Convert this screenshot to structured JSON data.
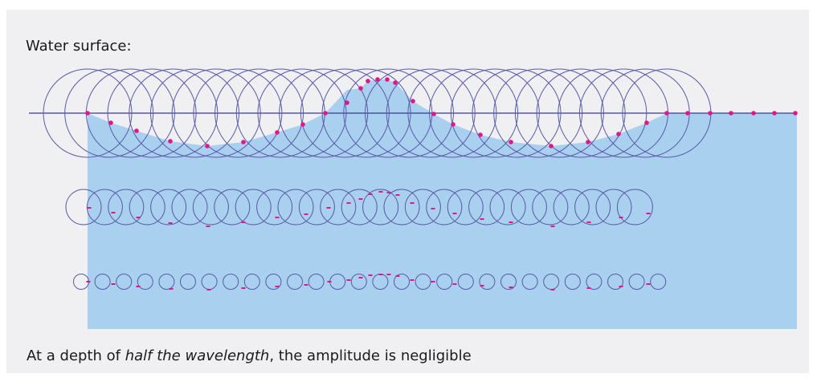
{
  "title": "Water surface:",
  "caption": {
    "prefix": "At a depth of ",
    "emphasis": "half the wavelength",
    "suffix": ", the amplitude is negligible"
  },
  "colors": {
    "panel": "#f0f0f2",
    "water": "#a9d0ee",
    "orbit": "#5a5aa8",
    "particle": "#e0168a",
    "surface_line": "#3a3a90"
  }
}
